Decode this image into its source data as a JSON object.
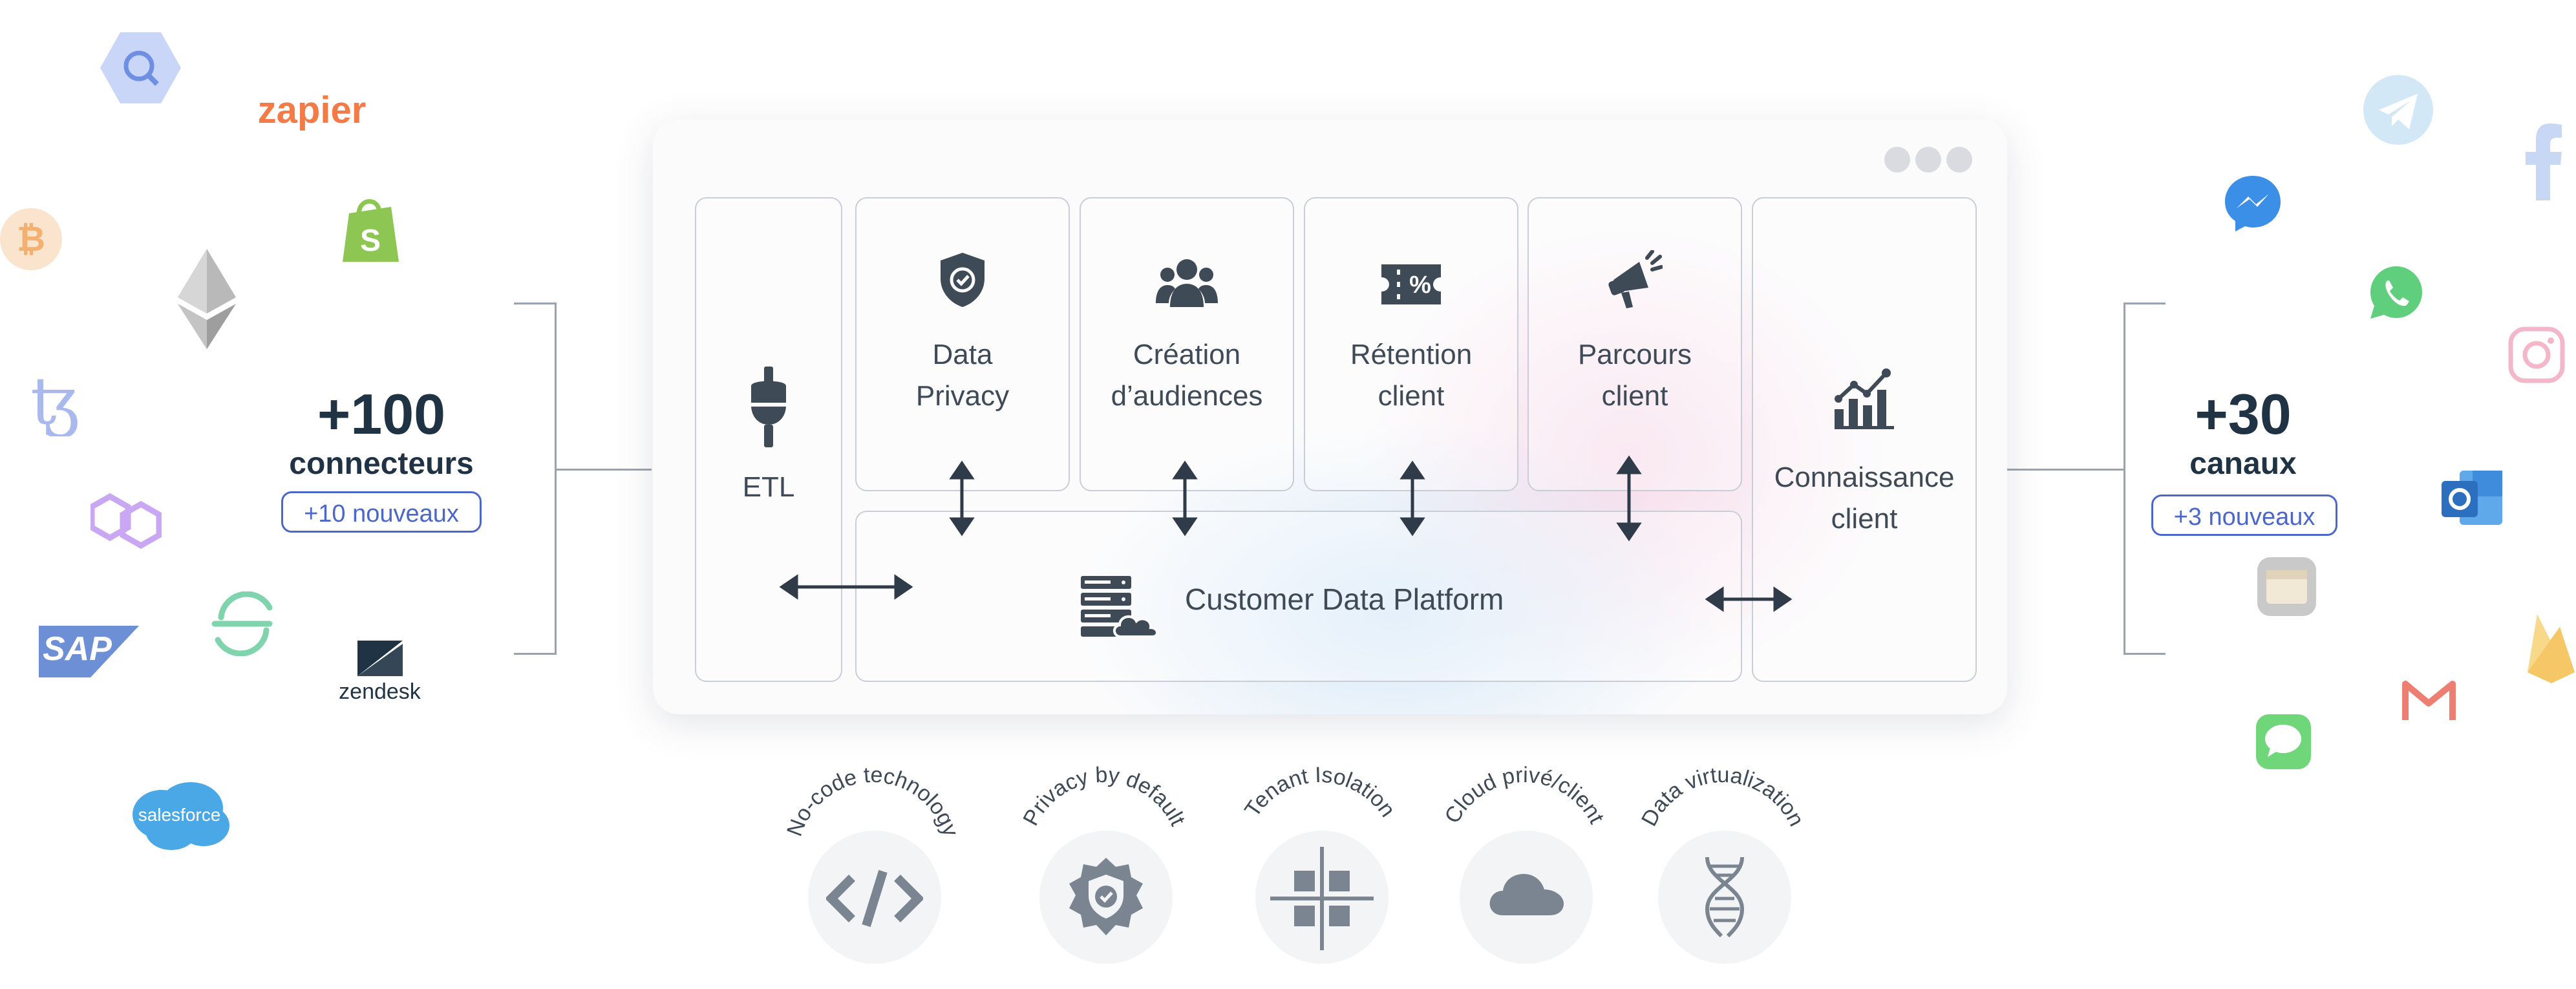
{
  "left": {
    "count": "+100",
    "label": "connecteurs",
    "badge": "+10 nouveaux",
    "logos": [
      "zapier",
      "SAP",
      "zendesk",
      "salesforce"
    ]
  },
  "right": {
    "count": "+30",
    "label": "canaux",
    "badge": "+3 nouveaux"
  },
  "window": {
    "panels": [
      {
        "label_line1": "ETL",
        "label_line2": ""
      },
      {
        "label_line1": "Data",
        "label_line2": "Privacy"
      },
      {
        "label_line1": "Création",
        "label_line2": "d’audiences"
      },
      {
        "label_line1": "Rétention",
        "label_line2": "client"
      },
      {
        "label_line1": "Parcours",
        "label_line2": "client"
      },
      {
        "label_line1": "Connaissance",
        "label_line2": "client"
      }
    ],
    "cdp_label": "Customer Data Platform"
  },
  "features": [
    {
      "label": "No-code technology",
      "icon": "code-icon"
    },
    {
      "label": "Privacy by default",
      "icon": "shield-check-icon"
    },
    {
      "label": "Tenant Isolation",
      "icon": "grid-icon"
    },
    {
      "label": "Cloud privé/client",
      "icon": "cloud-icon"
    },
    {
      "label": "Data virtualization",
      "icon": "dna-icon"
    }
  ],
  "colors": {
    "accent": "#4a67c9",
    "dark": "#1f3344",
    "icon": "#3f4a57"
  }
}
